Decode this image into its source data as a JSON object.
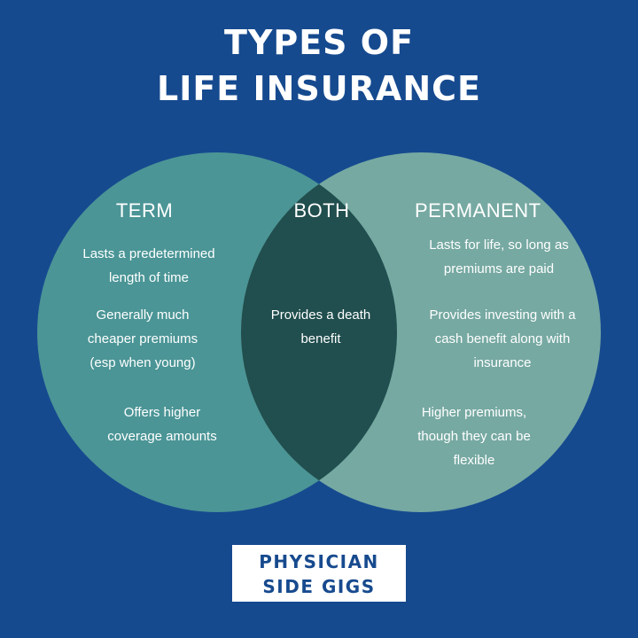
{
  "title": {
    "line1": "TYPES OF",
    "line2": "LIFE INSURANCE"
  },
  "term": {
    "heading": "TERM",
    "points": [
      "Lasts a predetermined length of time",
      "Generally much cheaper premiums (esp when young)",
      "Offers higher coverage amounts"
    ]
  },
  "both": {
    "heading": "BOTH",
    "points": [
      "Provides a death benefit"
    ]
  },
  "permanent": {
    "heading": "PERMANENT",
    "points": [
      "Lasts for life, so long as premiums are paid",
      "Provides investing with a cash benefit along with insurance",
      "Higher premiums, though they can be flexible"
    ]
  },
  "brand": {
    "line1": "PHYSICIAN",
    "line2": "SIDE GIGS"
  },
  "colors": {
    "background": "#164a8f",
    "term_circle": "#4b9596",
    "permanent_circle": "#76a9a2",
    "overlap": "#214e4e",
    "text": "#ffffff",
    "brand_text": "#174a8e"
  }
}
